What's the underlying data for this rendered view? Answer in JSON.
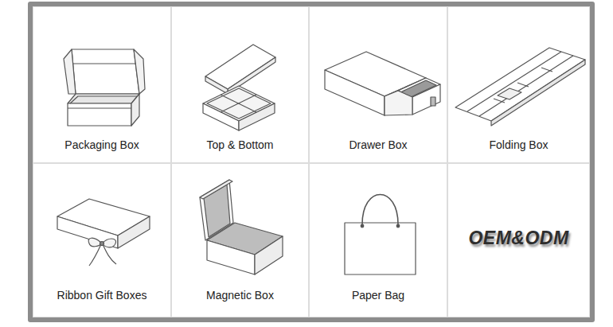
{
  "diagram": {
    "nodes": [
      {
        "text": [
          "Packaging Box"
        ]
      },
      {
        "text": [
          "Top & Bottom"
        ]
      },
      {
        "text": [
          "Drawer Box"
        ]
      },
      {
        "text": [
          "Folding Box"
        ]
      },
      {
        "text": [
          "Ribbon Gift Boxes"
        ]
      },
      {
        "text": [
          "Magnetic Box"
        ]
      },
      {
        "text": [
          "Paper Bag"
        ]
      },
      {
        "text": [
          "OEM&ODM"
        ]
      }
    ]
  }
}
